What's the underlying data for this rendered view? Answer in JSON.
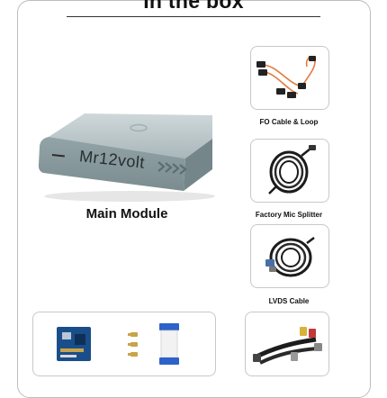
{
  "title": "In the box",
  "main_module": {
    "label": "Main Module",
    "device_text": "Mr12volt"
  },
  "accessories": [
    {
      "label": "FO Cable & Loop",
      "icon": "fiber-optic-cable-icon"
    },
    {
      "label": "Factory Mic Splitter",
      "icon": "mic-splitter-cable-icon"
    },
    {
      "label": "LVDS Cable",
      "icon": "lvds-cable-icon"
    },
    {
      "label": "",
      "icon": "wiring-harness-icon"
    }
  ],
  "bottom_items": [
    "circuit-board",
    "coax-connectors",
    "ribbon-cable"
  ],
  "colors": {
    "device_body": "#8fa0a4",
    "board": "#1a4e8a",
    "fiber": "#e07a3a",
    "cable": "#1c1c1c"
  }
}
